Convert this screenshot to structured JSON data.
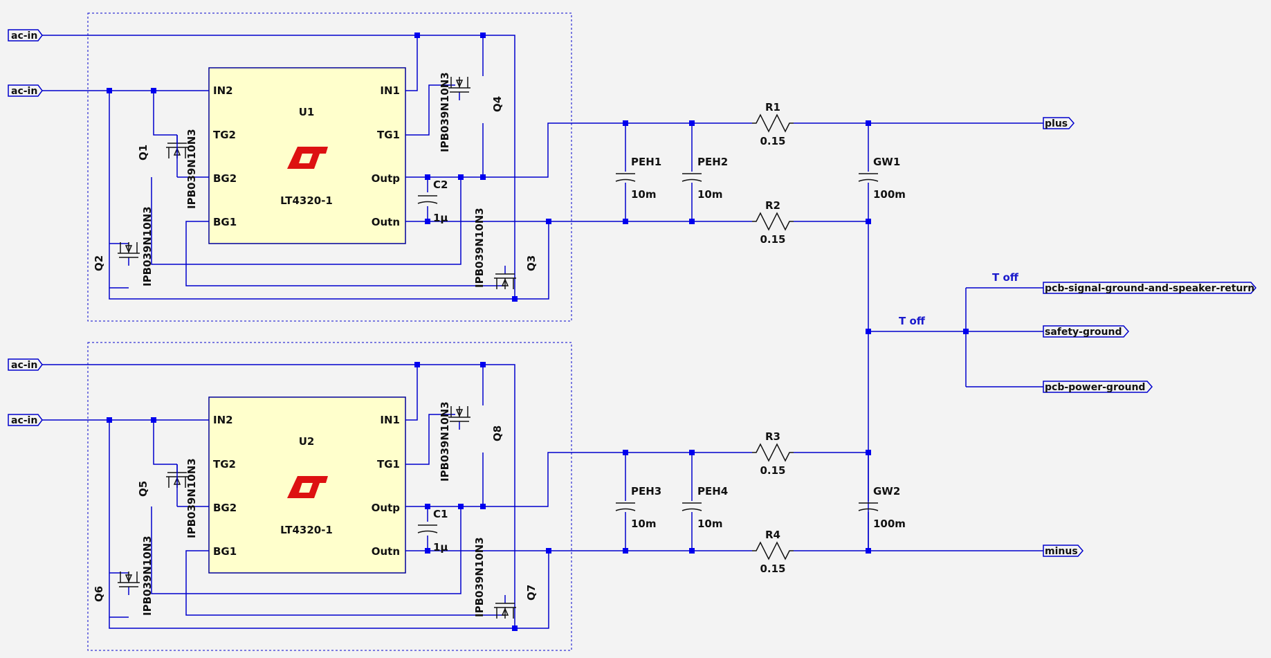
{
  "colors": {
    "background": "#f3f3f3",
    "wire": "#0000cc",
    "ic_fill": "#ffffcc",
    "logo": "#dd1111"
  },
  "icons": [
    "linear-technology-logo-icon"
  ],
  "ports": {
    "ac_in": "ac-in",
    "plus": "plus",
    "minus": "minus",
    "pcb_signal": "pcb-signal-ground-and-speaker-return",
    "safety": "safety-ground",
    "pcb_power": "pcb-power-ground"
  },
  "ic1": {
    "ref": "U1",
    "value": "LT4320-1",
    "pins": {
      "in2": "IN2",
      "tg2": "TG2",
      "bg2": "BG2",
      "bg1": "BG1",
      "in1": "IN1",
      "tg1": "TG1",
      "outp": "Outp",
      "outn": "Outn"
    }
  },
  "ic2": {
    "ref": "U2",
    "value": "LT4320-1",
    "pins": {
      "in2": "IN2",
      "tg2": "TG2",
      "bg2": "BG2",
      "bg1": "BG1",
      "in1": "IN1",
      "tg1": "TG1",
      "outp": "Outp",
      "outn": "Outn"
    }
  },
  "mosfets": {
    "part": "IPB039N10N3",
    "q1": "Q1",
    "q2": "Q2",
    "q3": "Q3",
    "q4": "Q4",
    "q5": "Q5",
    "q6": "Q6",
    "q7": "Q7",
    "q8": "Q8"
  },
  "caps": {
    "c1": {
      "ref": "C1",
      "value": "1µ"
    },
    "c2": {
      "ref": "C2",
      "value": "1µ"
    },
    "peh1": {
      "ref": "PEH1",
      "value": "10m"
    },
    "peh2": {
      "ref": "PEH2",
      "value": "10m"
    },
    "peh3": {
      "ref": "PEH3",
      "value": "10m"
    },
    "peh4": {
      "ref": "PEH4",
      "value": "10m"
    },
    "gw1": {
      "ref": "GW1",
      "value": "100m"
    },
    "gw2": {
      "ref": "GW2",
      "value": "100m"
    }
  },
  "resistors": {
    "r1": {
      "ref": "R1",
      "value": "0.15"
    },
    "r2": {
      "ref": "R2",
      "value": "0.15"
    },
    "r3": {
      "ref": "R3",
      "value": "0.15"
    },
    "r4": {
      "ref": "R4",
      "value": "0.15"
    }
  },
  "annotations": {
    "t_off_1": "T off",
    "t_off_2": "T off"
  }
}
